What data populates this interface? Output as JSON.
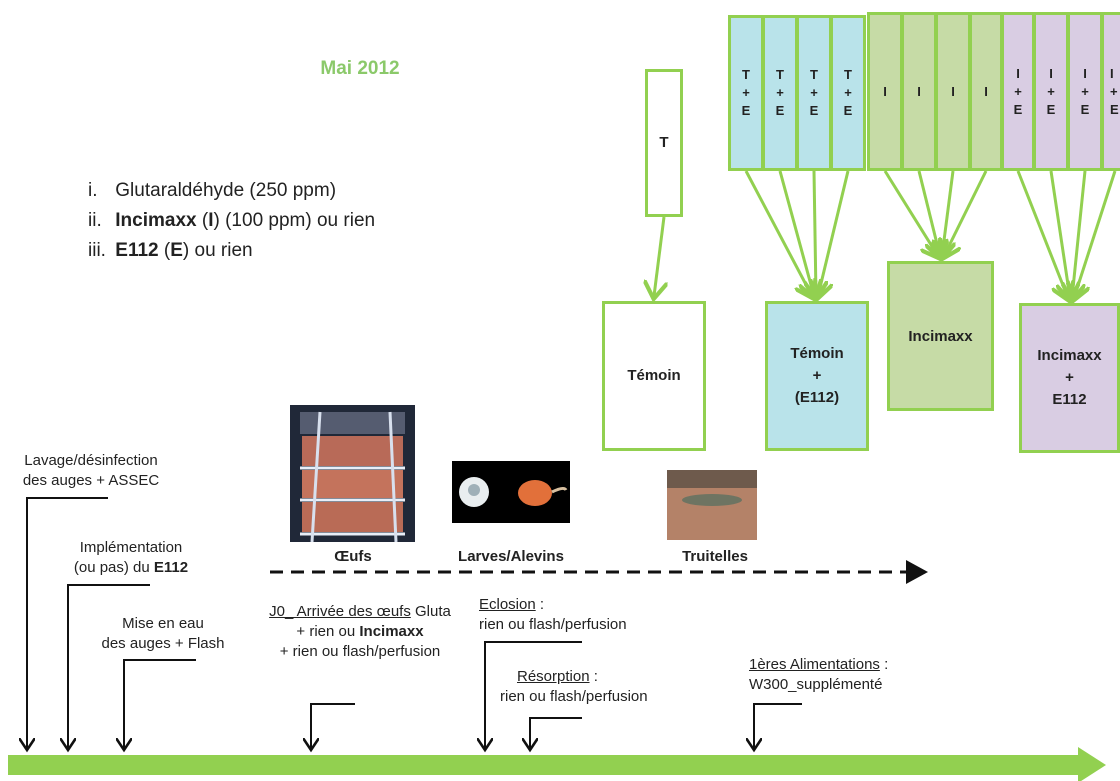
{
  "title": "Mai 2012",
  "legend": [
    {
      "num": "i.",
      "pre": "Glutaraldéhyde (250 ppm)",
      "bold": "",
      "mid": "",
      "bold2": "",
      "post": ""
    },
    {
      "num": "ii.",
      "pre": "",
      "bold": "Incimaxx",
      "mid": " (",
      "bold2": "I",
      "post": ") (100 ppm) ou rien"
    },
    {
      "num": "iii.",
      "pre": "",
      "bold": "E112",
      "mid": " (",
      "bold2": "E",
      "post": ") ou rien"
    }
  ],
  "tanks": {
    "t_label": "T",
    "te": [
      "T",
      "+",
      "E"
    ],
    "i": "I",
    "ie": [
      "I",
      "+",
      "E"
    ]
  },
  "groups": {
    "temoin": "Témoin",
    "temoin_e112": [
      "Témoin",
      "+",
      "(E112)"
    ],
    "incimaxx": "Incimaxx",
    "incimaxx_e112": [
      "Incimaxx",
      "+",
      "E112"
    ]
  },
  "stages": {
    "oeufs": "Œufs",
    "larves": "Larves/Alevins",
    "truitelles": "Truitelles"
  },
  "events": {
    "lavage": [
      "Lavage/désinfection",
      "des auges + ASSEC"
    ],
    "implementation_1": "Implémentation",
    "implementation_2a": "(ou pas) du ",
    "implementation_2b": "E112",
    "mise_en_eau": [
      "Mise en eau",
      "des auges + Flash"
    ],
    "j0_underline": "J0_ Arrivée des œufs",
    "j0_rest": " Gluta",
    "j0_line2a": "+ rien ou ",
    "j0_line2b": "Incimaxx",
    "j0_line3": "+ rien ou flash/perfusion",
    "eclosion_underline": "Eclosion",
    "eclosion_colon": " :",
    "eclosion_line2": "rien ou flash/perfusion",
    "resorption_underline": "Résorption",
    "resorption_colon": " :",
    "resorption_line2": "rien ou flash/perfusion",
    "alim_underline": "1ères Alimentations",
    "alim_colon": " :",
    "alim_line2": "W300_supplémenté"
  },
  "colors": {
    "green_arrow": "#92d050",
    "blue": "#b9e3ea",
    "olive": "#c6dba6",
    "purple": "#d9cde3",
    "title_green": "#8bc96a"
  }
}
